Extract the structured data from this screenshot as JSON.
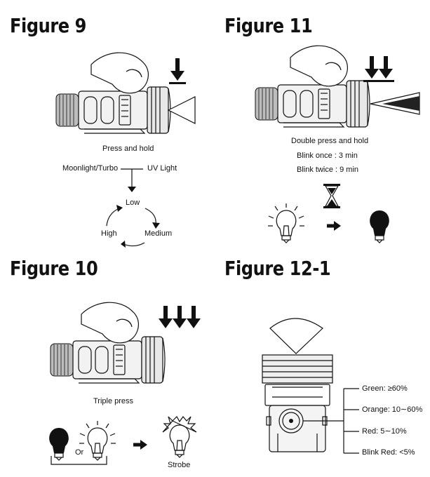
{
  "figures": {
    "fig9": {
      "title": "Figure 9",
      "caption": "Press and hold",
      "left_label": "Moonlight/Turbo",
      "right_label": "UV Light",
      "cycle": [
        "Low",
        "Medium",
        "High"
      ]
    },
    "fig11": {
      "title": "Figure 11",
      "caption": "Double press and hold",
      "line1": "Blink once : 3 min",
      "line2": "Blink twice : 9 min"
    },
    "fig10": {
      "title": "Figure 10",
      "caption": "Triple press",
      "or_label": "Or",
      "result_label": "Strobe"
    },
    "fig12": {
      "title": "Figure 12-1",
      "levels": [
        "Green: ≥60%",
        "Orange: 10∼60%",
        "Red: 5∼10%",
        "Blink Red: <5%"
      ]
    }
  },
  "icons": [
    "down-arrow-icon",
    "hourglass-icon",
    "bulb-lit-icon",
    "bulb-dark-icon",
    "right-arrow-icon",
    "finger-icon",
    "flashlight-icon",
    "beam-icon"
  ]
}
